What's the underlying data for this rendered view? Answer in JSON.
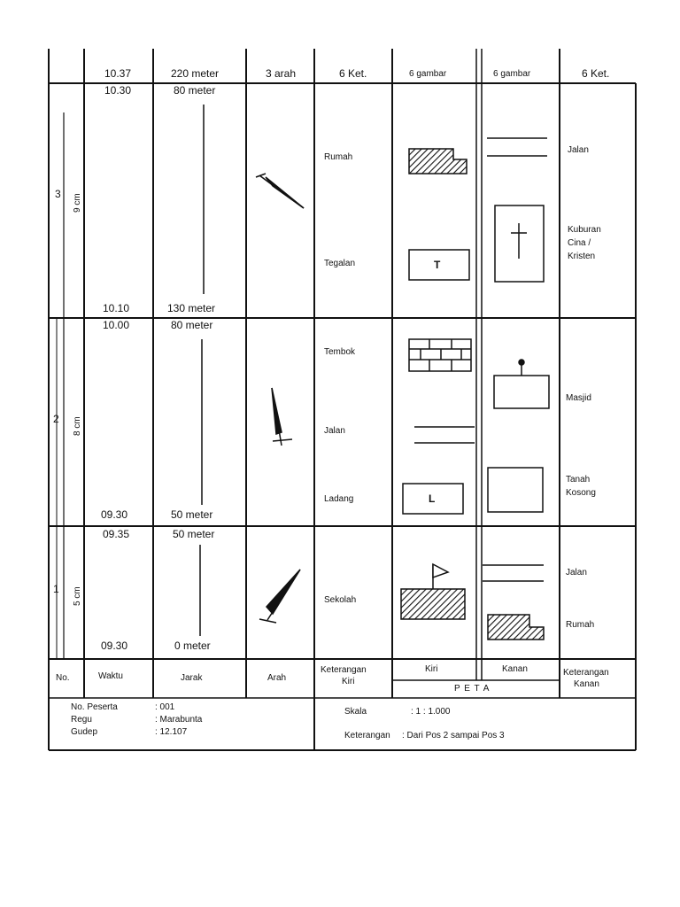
{
  "header": {
    "waktu": "10.37",
    "jarak": "220 meter",
    "arah": "3 arah",
    "ket_kiri": "6 Ket.",
    "gambar_kiri": "6 gambar",
    "gambar_kanan": "6 gambar",
    "ket_kanan": "6 Ket."
  },
  "sections": [
    {
      "no": "3",
      "scale_len": "9 cm",
      "time_start": "10.30",
      "time_end": "10.10",
      "dist_start": "80 meter",
      "dist_end": "130 meter",
      "left_items": [
        "Rumah",
        "Tegalan"
      ],
      "left_symbol_letter": "T",
      "right_items": [
        "Jalan",
        "Kuburan",
        "Cina /",
        "Kristen"
      ]
    },
    {
      "no": "2",
      "scale_len": "8 cm",
      "time_start": "10.00",
      "time_end": "09.30",
      "dist_start": "80 meter",
      "dist_end": "50 meter",
      "left_items": [
        "Tembok",
        "Jalan",
        "Ladang"
      ],
      "left_symbol_letter": "L",
      "right_items": [
        "Masjid",
        "Tanah",
        "Kosong"
      ]
    },
    {
      "no": "1",
      "scale_len": "5 cm",
      "time_start": "09.35",
      "time_end": "09.30",
      "dist_start": "50 meter",
      "dist_end": "0 meter",
      "left_items": [
        "Sekolah"
      ],
      "right_items": [
        "Jalan",
        "Rumah"
      ]
    }
  ],
  "footer_labels": {
    "no": "No.",
    "waktu": "Waktu",
    "jarak": "Jarak",
    "arah": "Arah",
    "ket_kiri_1": "Keterangan",
    "ket_kiri_2": "Kiri",
    "kiri": "Kiri",
    "kanan": "Kanan",
    "peta": "P E T A",
    "ket_kanan_1": "Keterangan",
    "ket_kanan_2": "Kanan"
  },
  "info": {
    "peserta_label": "No. Peserta",
    "peserta_value": ": 001",
    "regu_label": "Regu",
    "regu_value": ": Marabunta",
    "gudep_label": "Gudep",
    "gudep_value": ": 12.107",
    "skala_label": "Skala",
    "skala_value": ": 1 : 1.000",
    "keterangan_label": "Keterangan",
    "keterangan_value": ": Dari Pos 2 sampai Pos 3"
  },
  "colors": {
    "ink": "#111111",
    "paper": "#ffffff"
  }
}
